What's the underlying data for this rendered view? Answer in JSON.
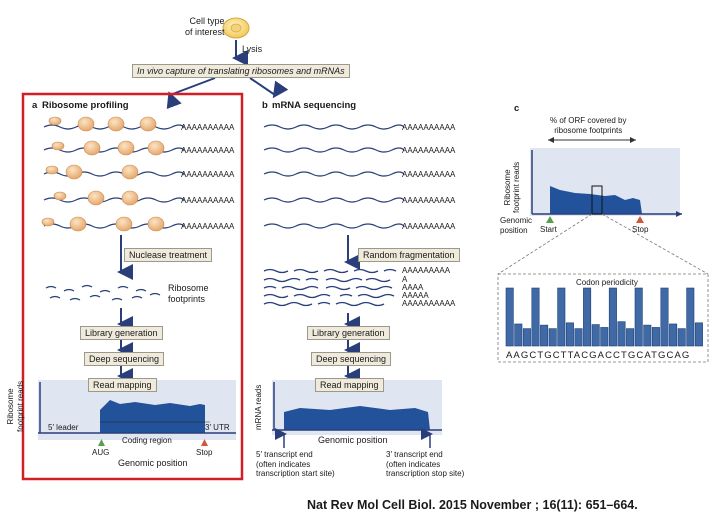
{
  "top": {
    "cell_label": "Cell type\nof interest",
    "lysis_label": "Lysis",
    "capture_label": "In vivo capture of translating ribosomes and mRNAs"
  },
  "panel_a": {
    "letter": "a",
    "title": "Ribosome profiling",
    "polya": "AAAAAAAAAA",
    "nuclease_label": "Nuclease treatment",
    "footprints_label": "Ribosome\nfootprints",
    "library_label": "Library generation",
    "deepseq_label": "Deep sequencing",
    "mapping_label": "Read mapping",
    "y_axis_label": "Ribosome\nfootprint reads",
    "leader_label": "5′ leader",
    "coding_label": "Coding region",
    "utr_label": "3′ UTR",
    "aug_label": "AUG",
    "stop_label": "Stop",
    "x_axis_label": "Genomic position"
  },
  "panel_b": {
    "letter": "b",
    "title": "mRNA sequencing",
    "polya": "AAAAAAAAAA",
    "fragmentation_label": "Random fragmentation",
    "frag_tails": [
      "AAAAAAAAA",
      "A",
      "AAAA",
      "AAAAA",
      "AAAAAAAAAA"
    ],
    "library_label": "Library generation",
    "deepseq_label": "Deep sequencing",
    "mapping_label": "Read mapping",
    "y_axis_label": "mRNA reads",
    "x_axis_label": "Genomic position",
    "end5_label": "5′ transcript end\n(often indicates\ntranscription start site)",
    "end3_label": "3′ transcript end\n(often indicates\ntranscription stop site)"
  },
  "panel_c": {
    "letter": "c",
    "coverage_label": "% of ORF covered by\nribosome footprints",
    "y_axis_label": "Ribosome\nfootprint reads",
    "genomic_label": "Genomic\nposition",
    "start_label": "Start",
    "stop_label": "Stop",
    "periodicity_title": "Codon periodicity",
    "sequence": "AAGCTGCTTACGACCTGCATGCAG",
    "periodicity_values": [
      1.0,
      0.38,
      0.3,
      1.0,
      0.36,
      0.3,
      1.0,
      0.4,
      0.3,
      1.0,
      0.37,
      0.32,
      1.0,
      0.42,
      0.3,
      1.0,
      0.36,
      0.32,
      1.0,
      0.38,
      0.3,
      1.0,
      0.4
    ]
  },
  "citation": "Nat Rev Mol Cell Biol. 2015 November ; 16(11): 651–664.",
  "colors": {
    "highlight_border": "#d21f26",
    "profile_fill": "#22529a",
    "ribosome": "#f2c99a",
    "mrna_line": "#2a3f7a",
    "box_fill": "#efeadb",
    "panel_bg": "#dfe6f2",
    "start_marker": "#5aa04a",
    "stop_marker": "#d2553c"
  }
}
